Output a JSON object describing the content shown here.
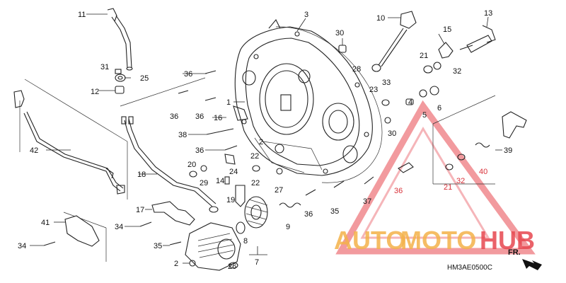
{
  "diagram": {
    "code": "HM3AE0500C",
    "direction_label": "FR.",
    "watermark": {
      "part1": "AUTO",
      "part2": "MOTO",
      "part3": "HUB",
      "triangle_color": "#e7474f",
      "accent_color": "#f4b24a"
    },
    "labels": [
      {
        "text": "11"
      },
      {
        "text": "3"
      },
      {
        "text": "10"
      },
      {
        "text": "13"
      },
      {
        "text": "30"
      },
      {
        "text": "15"
      },
      {
        "text": "31"
      },
      {
        "text": "25"
      },
      {
        "text": "21"
      },
      {
        "text": "28"
      },
      {
        "text": "32"
      },
      {
        "text": "12"
      },
      {
        "text": "36"
      },
      {
        "text": "1"
      },
      {
        "text": "23"
      },
      {
        "text": "33"
      },
      {
        "text": "5"
      },
      {
        "text": "6"
      },
      {
        "text": "4"
      },
      {
        "text": "36"
      },
      {
        "text": "36"
      },
      {
        "text": "16"
      },
      {
        "text": "30"
      },
      {
        "text": "42"
      },
      {
        "text": "38"
      },
      {
        "text": "2"
      },
      {
        "text": "36"
      },
      {
        "text": "22"
      },
      {
        "text": "39"
      },
      {
        "text": "20"
      },
      {
        "text": "22"
      },
      {
        "text": "24"
      },
      {
        "text": "18"
      },
      {
        "text": "29"
      },
      {
        "text": "14"
      },
      {
        "text": "27"
      },
      {
        "text": "36"
      },
      {
        "text": "21"
      },
      {
        "text": "32"
      },
      {
        "text": "40"
      },
      {
        "text": "19"
      },
      {
        "text": "37"
      },
      {
        "text": "17"
      },
      {
        "text": "36"
      },
      {
        "text": "35"
      },
      {
        "text": "9"
      },
      {
        "text": "41"
      },
      {
        "text": "34"
      },
      {
        "text": "8"
      },
      {
        "text": "34"
      },
      {
        "text": "35"
      },
      {
        "text": "7"
      },
      {
        "text": "2"
      },
      {
        "text": "26"
      }
    ]
  }
}
